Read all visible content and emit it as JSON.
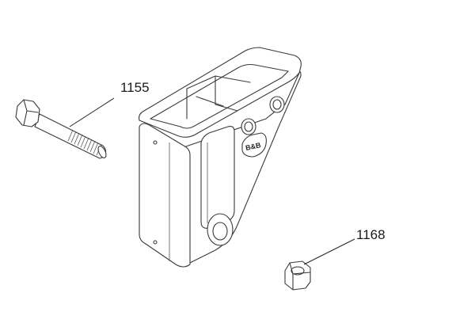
{
  "parts": [
    {
      "id": "bolt",
      "label": "1155"
    },
    {
      "id": "nut",
      "label": "1168"
    }
  ],
  "logo_text": "B&B"
}
